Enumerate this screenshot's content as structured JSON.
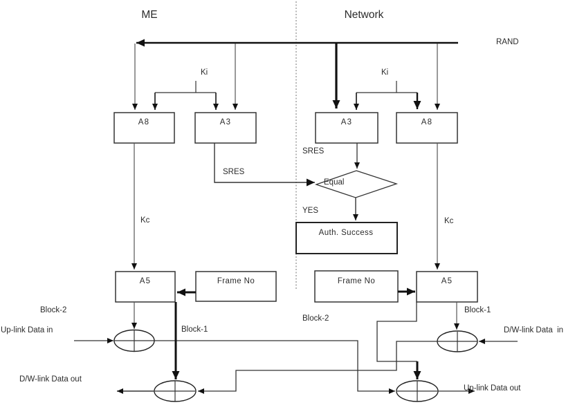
{
  "diagram": {
    "titles": {
      "me": "ME",
      "network": "Network"
    },
    "labels": {
      "rand": "RAND",
      "ki_me": "Ki",
      "ki_net": "Ki",
      "sres_me": "SRES",
      "sres_net": "SRES",
      "equal": "Equal",
      "yes": "YES",
      "kc_me": "Kc",
      "kc_net": "Kc",
      "block2_me": "Block-2",
      "block1_me": "Block-1",
      "block2_net": "Block-2",
      "block1_net": "Block-1",
      "uplink_data_in": "Up-link Data in",
      "dwlink_data_out": "D/W-link Data out",
      "dwlink_data_in": "D/W-link Data  in",
      "uplink_data_out": "Up-link Data out"
    },
    "boxes": {
      "a8_me": "A8",
      "a3_me": "A3",
      "a3_net": "A3",
      "a8_net": "A8",
      "a5_me": "A5",
      "frame_no_me": "Frame No",
      "frame_no_net": "Frame No",
      "a5_net": "A5",
      "auth_success": "Auth. Success"
    },
    "colors": {
      "line": "#333333",
      "thick_line": "#111111",
      "divider": "#999999",
      "text": "#2b2b2b",
      "background": "#ffffff"
    }
  }
}
